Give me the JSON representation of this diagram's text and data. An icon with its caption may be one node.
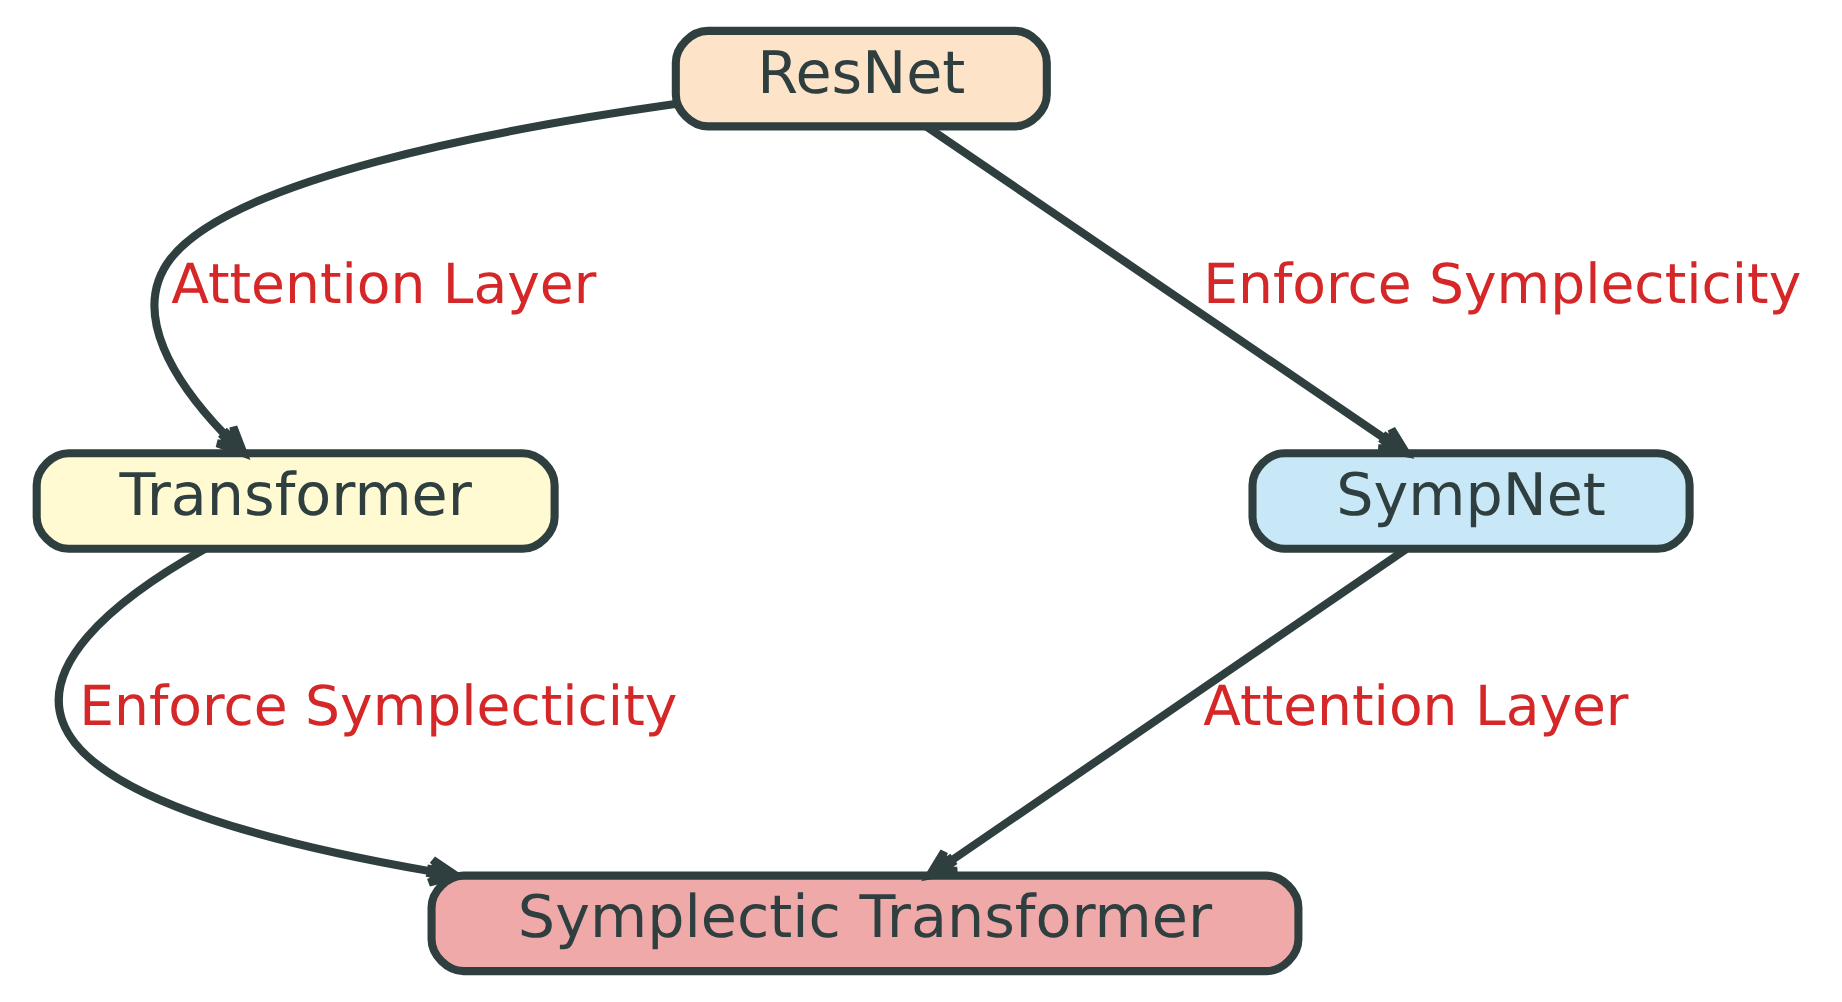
{
  "diagram": {
    "nodes": [
      {
        "text": [
          "ResNet"
        ]
      },
      {
        "text": [
          "Transformer"
        ]
      },
      {
        "text": [
          "SympNet"
        ]
      },
      {
        "text": [
          "Symplectic Transformer"
        ]
      }
    ],
    "edges": [
      {
        "from": 0,
        "to": 2,
        "arrow": "to",
        "label": "Enforce Symplecticity"
      },
      {
        "from": 0,
        "to": 1,
        "arrow": "to",
        "label": "Attention Layer"
      },
      {
        "from": 2,
        "to": 3,
        "arrow": "to",
        "label": "Attention Layer"
      },
      {
        "from": 1,
        "to": 3,
        "arrow": "to",
        "label": "Enforce Symplecticity"
      }
    ]
  }
}
